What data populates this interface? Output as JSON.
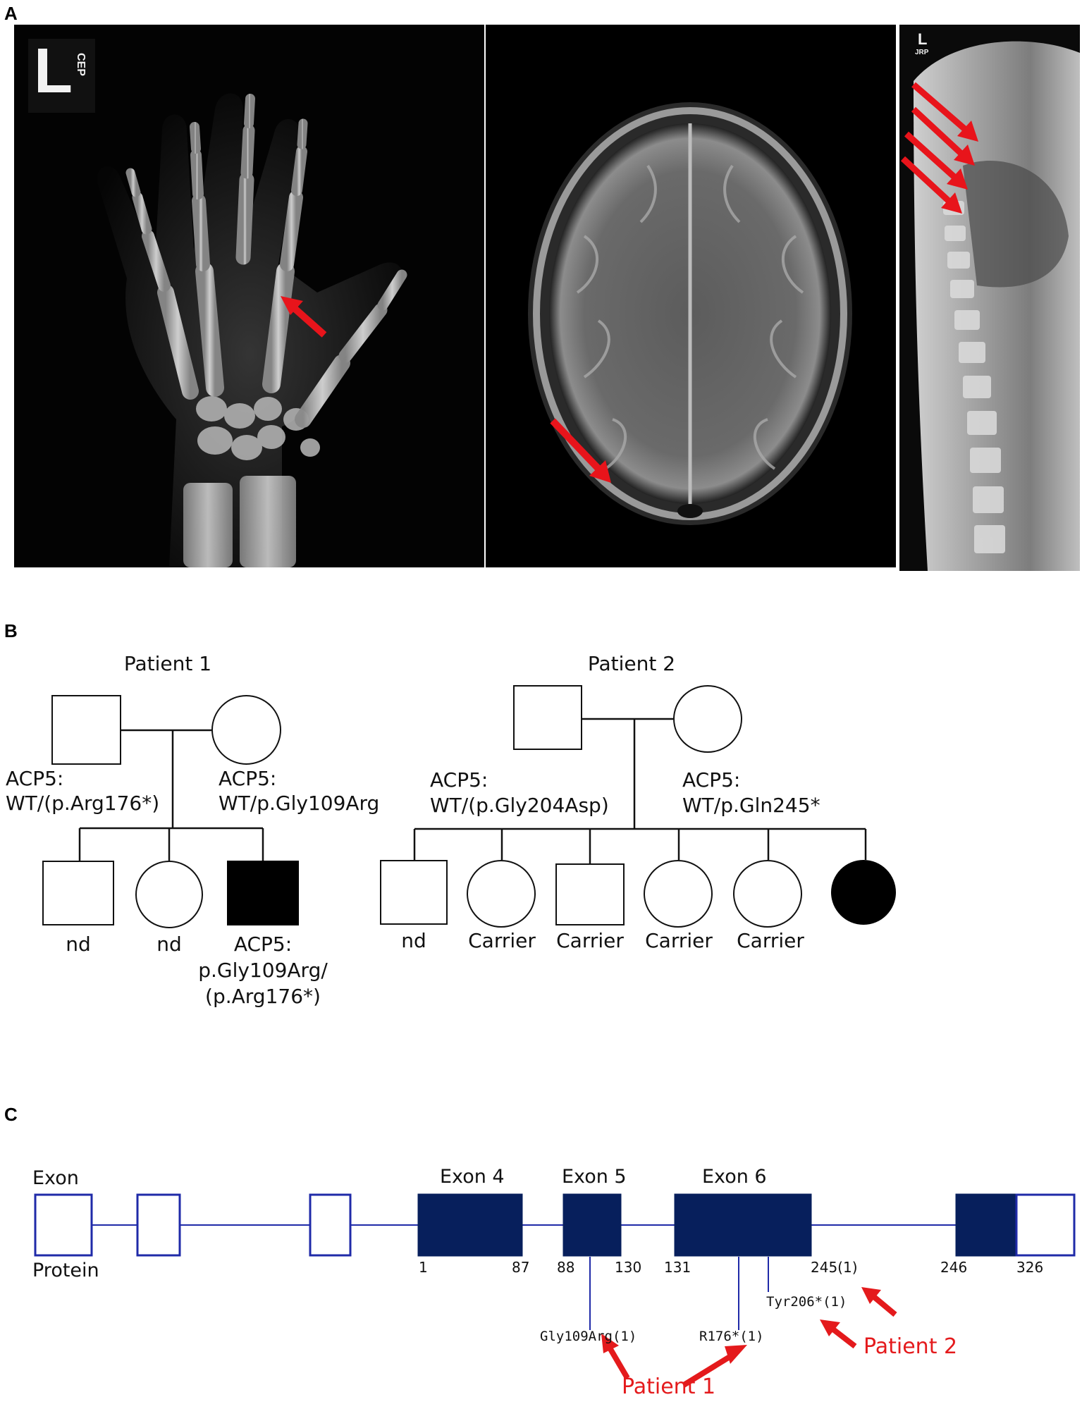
{
  "panels": {
    "a": "A",
    "b": "B",
    "c": "C"
  },
  "panel_a": {
    "hand_marker_big": "L",
    "hand_marker_small": "CEP",
    "spine_marker_big": "L",
    "spine_marker_small": "JRP",
    "arrow_color": "#e8141b"
  },
  "panel_b": {
    "patient1": {
      "title": "Patient 1",
      "father_label_line1": "ACP5:",
      "father_label_line2": "WT/(p.Arg176*)",
      "mother_label_line1": "ACP5:",
      "mother_label_line2": "WT/p.Gly109Arg",
      "child1_label": "nd",
      "child2_label": "nd",
      "child3_label_line1": "ACP5:",
      "child3_label_line2": "p.Gly109Arg/",
      "child3_label_line3": "(p.Arg176*)"
    },
    "patient2": {
      "title": "Patient 2",
      "father_label_line1": "ACP5:",
      "father_label_line2": "WT/(p.Gly204Asp)",
      "mother_label_line1": "ACP5:",
      "mother_label_line2": "WT/p.Gln245*",
      "child1_label": "nd",
      "child2_label": "Carrier",
      "child3_label": "Carrier",
      "child4_label": "Carrier",
      "child5_label": "Carrier"
    }
  },
  "panel_c": {
    "exon_row_label": "Exon",
    "protein_row_label": "Protein",
    "exon4": "Exon 4",
    "exon5": "Exon 5",
    "exon6": "Exon 6",
    "pos_1": "1",
    "pos_87": "87",
    "pos_88": "88",
    "pos_130": "130",
    "pos_131": "131",
    "pos_245": "245(1)",
    "pos_246": "246",
    "pos_326": "326",
    "mut_gly109arg": "Gly109Arg(1)",
    "mut_r176": "R176*(1)",
    "mut_tyr206": "Tyr206*(1)",
    "patient1_label": "Patient 1",
    "patient2_label": "Patient 2",
    "coding_color": "#071f5c",
    "outline_color": "#1f2aa8",
    "label_color": "#e41a1c"
  }
}
